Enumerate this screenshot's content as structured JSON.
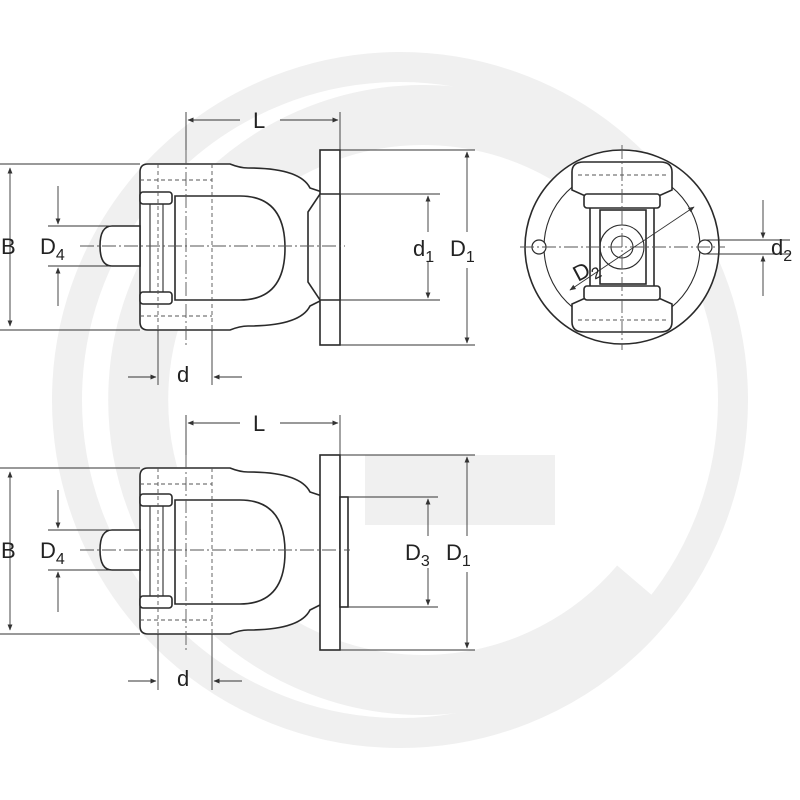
{
  "colors": {
    "line": "#2a2a2a",
    "watermark": "#ededed",
    "background": "#ffffff"
  },
  "views": {
    "top": {
      "labels": {
        "L": "L",
        "B": "B",
        "D4_main": "D",
        "D4_sub": "4",
        "d1_main": "d",
        "d1_sub": "1",
        "D1_main": "D",
        "D1_sub": "1",
        "d": "d"
      }
    },
    "end": {
      "labels": {
        "D2_main": "D",
        "D2_sub": "2",
        "d2_main": "d",
        "d2_sub": "2"
      }
    },
    "bottom": {
      "labels": {
        "L": "L",
        "B": "B",
        "D4_main": "D",
        "D4_sub": "4",
        "D3_main": "D",
        "D3_sub": "3",
        "D1_main": "D",
        "D1_sub": "1",
        "d": "d"
      }
    }
  }
}
